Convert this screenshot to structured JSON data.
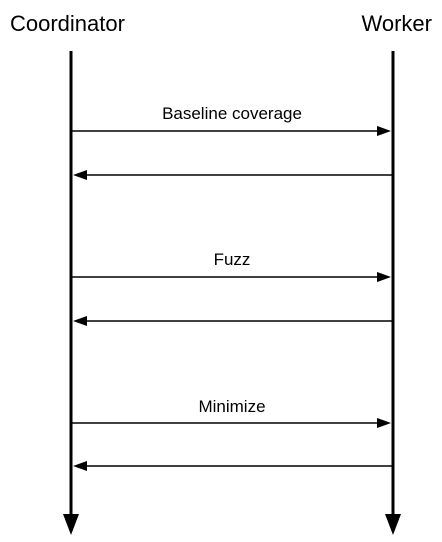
{
  "participants": {
    "left": "Coordinator",
    "right": "Worker"
  },
  "messages": [
    {
      "label": "Baseline coverage",
      "direction": "to_worker"
    },
    {
      "label": "",
      "direction": "to_coordinator"
    },
    {
      "label": "Fuzz",
      "direction": "to_worker"
    },
    {
      "label": "",
      "direction": "to_coordinator"
    },
    {
      "label": "Minimize",
      "direction": "to_worker"
    },
    {
      "label": "",
      "direction": "to_coordinator"
    }
  ],
  "colors": {
    "line": "#000000",
    "text": "#000000",
    "background": "#ffffff"
  }
}
